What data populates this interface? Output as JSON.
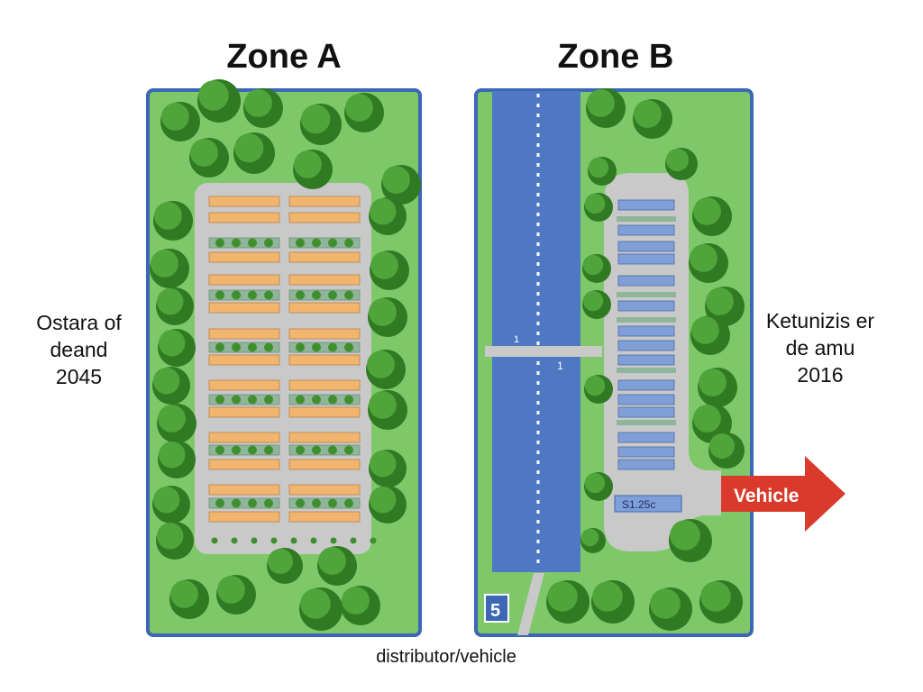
{
  "zone_a": {
    "title": "Zone A"
  },
  "zone_b": {
    "title": "Zone B",
    "sign_label": "S1.25c",
    "corner_sign": "5",
    "road_marker_top": "1",
    "road_marker_bottom": "1"
  },
  "left_label": "Ostara of\ndeand\n2045",
  "right_label": "Ketunizis er\nde amu\n2016",
  "arrow": {
    "label": "Vehicle",
    "color": "#d93a2b"
  },
  "caption": "distributor/vehicle",
  "colors": {
    "grass": "#7ec86a",
    "border": "#3b67b5",
    "pavement": "#c9c9c9",
    "parking_orange": "#f2b56e",
    "parking_blue": "#7f9fd6",
    "water_blue": "#4f78c4",
    "tree": "#3f8f2e"
  }
}
